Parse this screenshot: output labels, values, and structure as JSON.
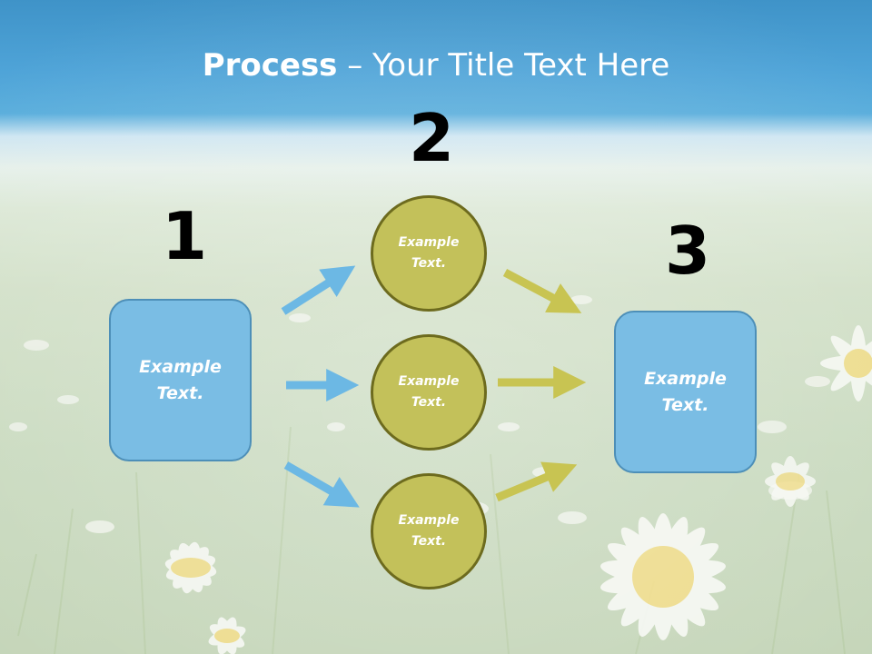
{
  "title": {
    "bold": "Process",
    "rest": " – Your Title Text Here"
  },
  "steps": {
    "one": "1",
    "two": "2",
    "three": "3"
  },
  "boxes": {
    "left": {
      "line1": "Example",
      "line2": "Text."
    },
    "right": {
      "line1": "Example",
      "line2": "Text."
    }
  },
  "circles": [
    {
      "line1": "Example",
      "line2": "Text."
    },
    {
      "line1": "Example",
      "line2": "Text."
    },
    {
      "line1": "Example",
      "line2": "Text."
    }
  ],
  "colors": {
    "box_fill": "#7abde4",
    "box_border": "#4d8fb8",
    "circle_fill": "#c3c15a",
    "circle_border": "#6d6b1e",
    "blue_arrow": "#6cb8e4",
    "olive_arrow": "#c8c452"
  }
}
